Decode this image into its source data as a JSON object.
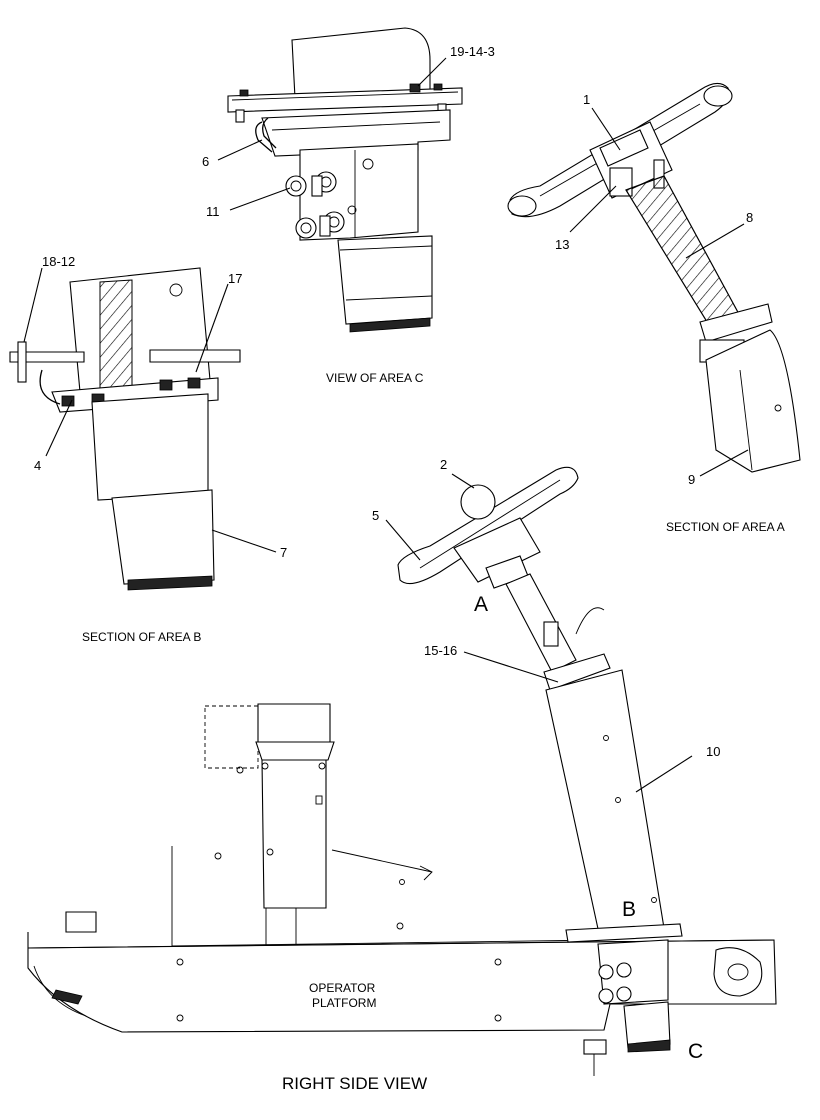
{
  "views": {
    "area_c": "VIEW OF AREA C",
    "area_a": "SECTION OF AREA A",
    "area_b": "SECTION OF AREA B",
    "main": "RIGHT SIDE VIEW"
  },
  "platform": {
    "line1": "OPERATOR",
    "line2": "PLATFORM"
  },
  "area_letters": {
    "a": "A",
    "b": "B",
    "c": "C"
  },
  "callouts": {
    "c19_14_3": "19-14-3",
    "c6": "6",
    "c11": "11",
    "c1": "1",
    "c13": "13",
    "c8": "8",
    "c9": "9",
    "c18_12": "18-12",
    "c17": "17",
    "c4": "4",
    "c7": "7",
    "c2": "2",
    "c5": "5",
    "c15_16": "15-16",
    "c10": "10"
  }
}
